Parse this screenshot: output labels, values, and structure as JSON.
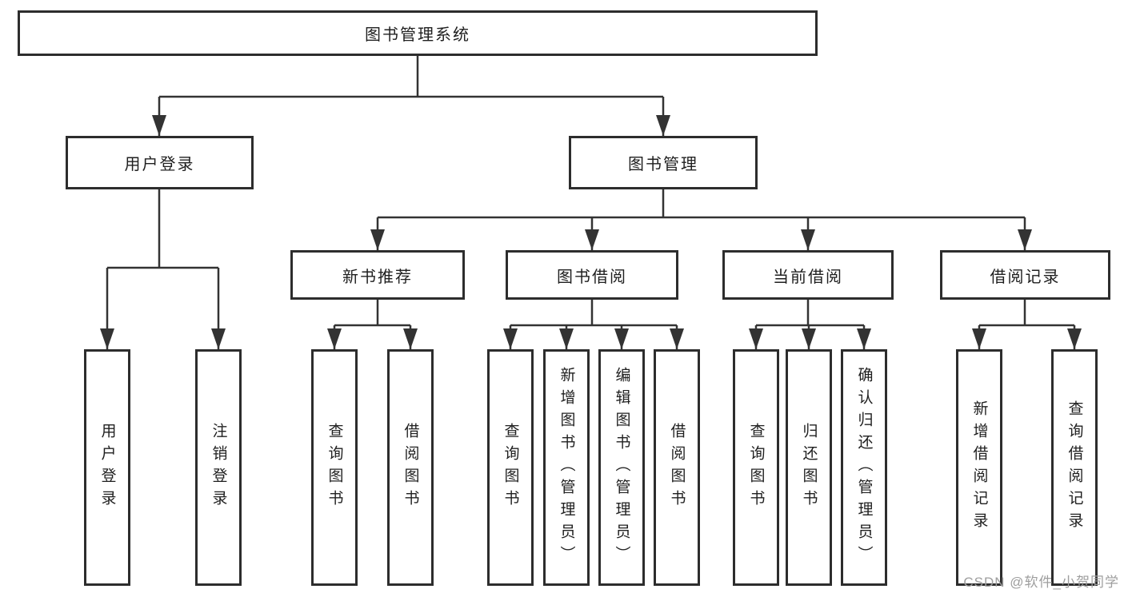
{
  "tree": {
    "root": {
      "label": "图书管理系统"
    },
    "children": [
      {
        "label": "用户登录",
        "children": [
          {
            "label": "用户登录"
          },
          {
            "label": "注销登录"
          }
        ]
      },
      {
        "label": "图书管理",
        "children": [
          {
            "label": "新书推荐",
            "children": [
              {
                "label": "查询图书"
              },
              {
                "label": "借阅图书"
              }
            ]
          },
          {
            "label": "图书借阅",
            "children": [
              {
                "label": "查询图书"
              },
              {
                "label": "新增图书（管理员）"
              },
              {
                "label": "编辑图书（管理员）"
              },
              {
                "label": "借阅图书"
              }
            ]
          },
          {
            "label": "当前借阅",
            "children": [
              {
                "label": "查询图书"
              },
              {
                "label": "归还图书"
              },
              {
                "label": "确认归还（管理员）"
              }
            ]
          },
          {
            "label": "借阅记录",
            "children": [
              {
                "label": "新增借阅记录"
              },
              {
                "label": "查询借阅记录"
              }
            ]
          }
        ]
      }
    ]
  },
  "watermark": {
    "text": "CSDN @软件_小贺同学"
  },
  "colors": {
    "line": "#333333",
    "box_border": "#2d2d2d",
    "box_fill": "#ffffff",
    "text": "#1f1f1f",
    "watermark": "#9e9e9e",
    "background": "#ffffff"
  }
}
